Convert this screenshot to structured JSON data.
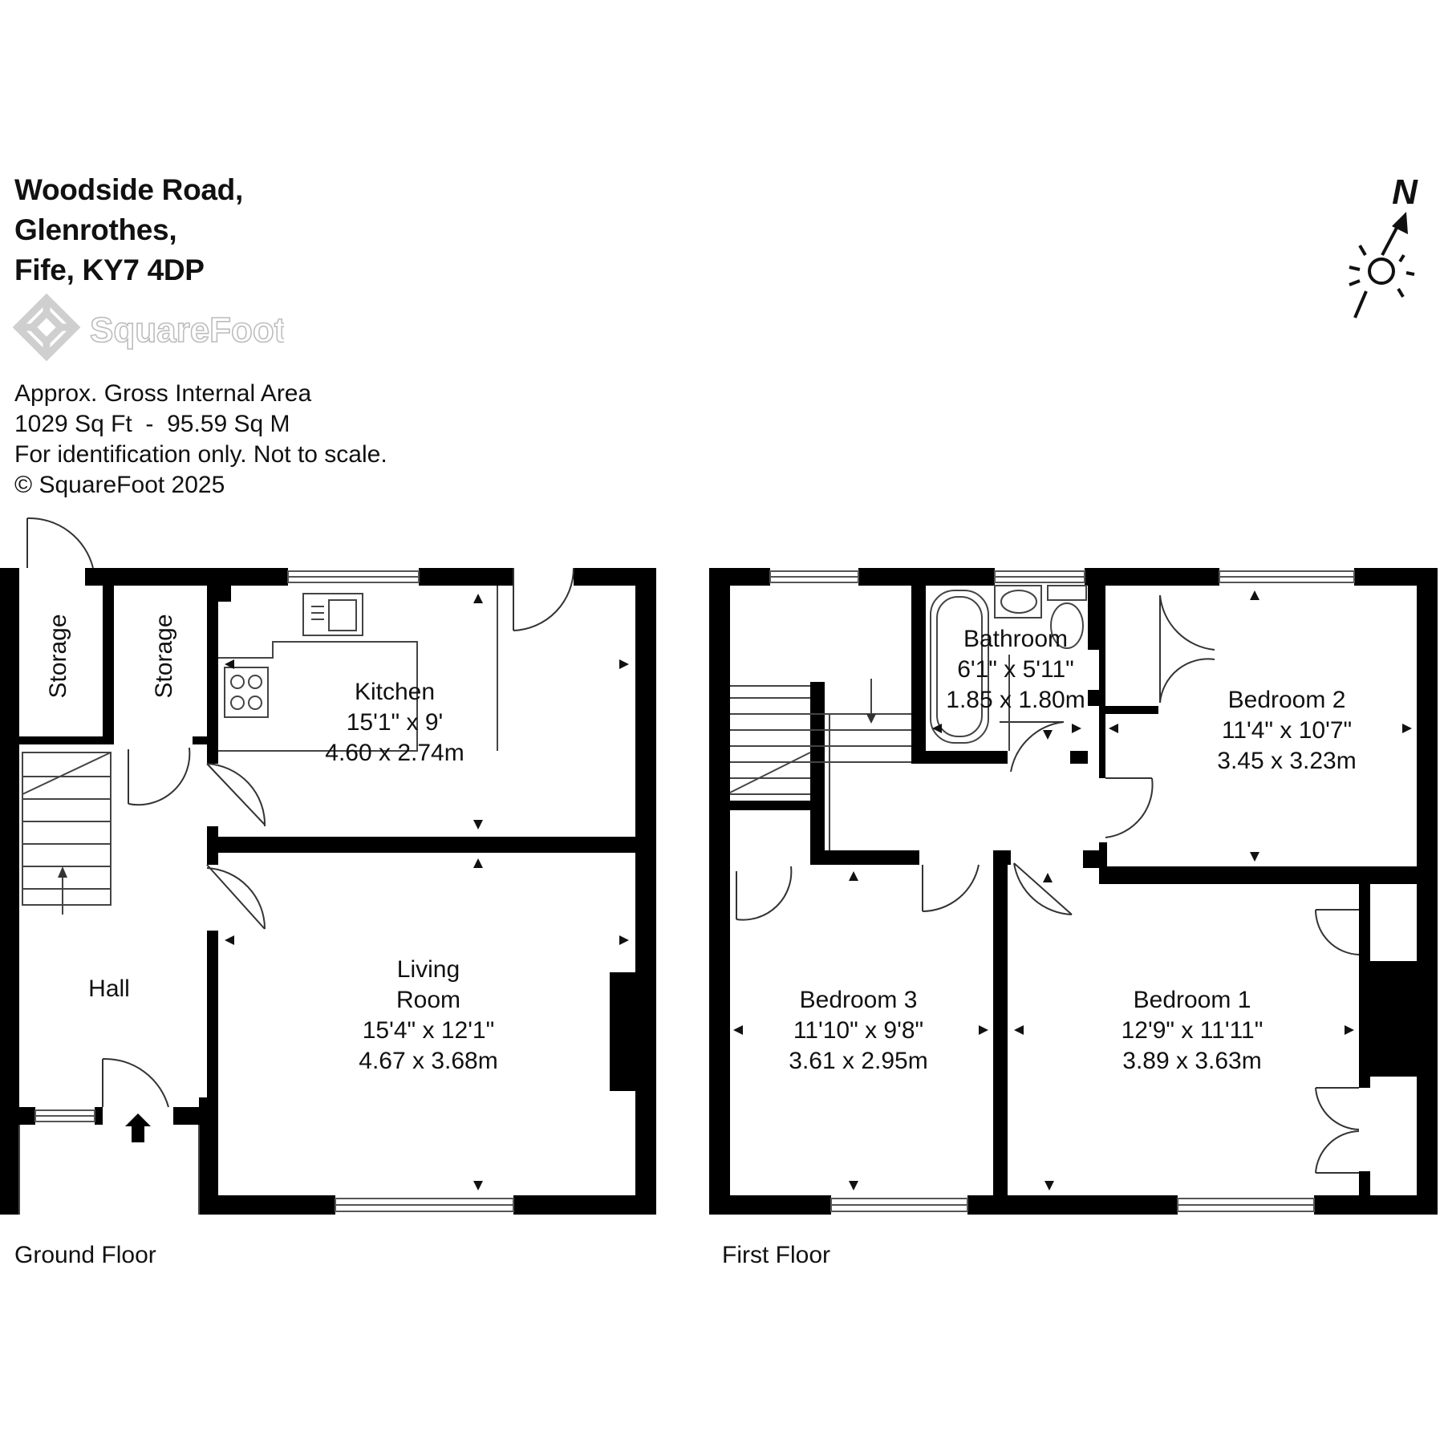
{
  "address": {
    "line1": "Woodside Road,",
    "line2": "Glenrothes,",
    "line3": "Fife, KY7 4DP"
  },
  "logo": {
    "brand": "SquareFoot",
    "icon": "squarefoot-diamond-logo-icon"
  },
  "info": {
    "area_title": "Approx. Gross Internal Area",
    "area_value": "1029 Sq Ft  -  95.59 Sq M",
    "disclaimer": "For identification only. Not to scale.",
    "copyright": "© SquareFoot 2025"
  },
  "compass": {
    "north_label": "N",
    "icon": "north-arrow-sun-icon"
  },
  "ground_floor": {
    "label": "Ground Floor",
    "rooms": {
      "storage1": "Storage",
      "storage2": "Storage",
      "kitchen": {
        "name": "Kitchen",
        "imperial": "15'1\" x 9'",
        "metric": "4.60 x 2.74m"
      },
      "living": {
        "name1": "Living",
        "name2": "Room",
        "imperial": "15'4\" x 12'1\"",
        "metric": "4.67 x 3.68m"
      },
      "hall": "Hall"
    }
  },
  "first_floor": {
    "label": "First Floor",
    "rooms": {
      "bathroom": {
        "name": "Bathroom",
        "imperial": "6'1\" x 5'11\"",
        "metric": "1.85 x 1.80m"
      },
      "bedroom2": {
        "name": "Bedroom 2",
        "imperial": "11'4\" x 10'7\"",
        "metric": "3.45 x 3.23m"
      },
      "bedroom3": {
        "name": "Bedroom 3",
        "imperial": "11'10\" x 9'8\"",
        "metric": "3.61 x 2.95m"
      },
      "bedroom1": {
        "name": "Bedroom 1",
        "imperial": "12'9\" x 11'11\"",
        "metric": "3.89 x 3.63m"
      }
    }
  }
}
